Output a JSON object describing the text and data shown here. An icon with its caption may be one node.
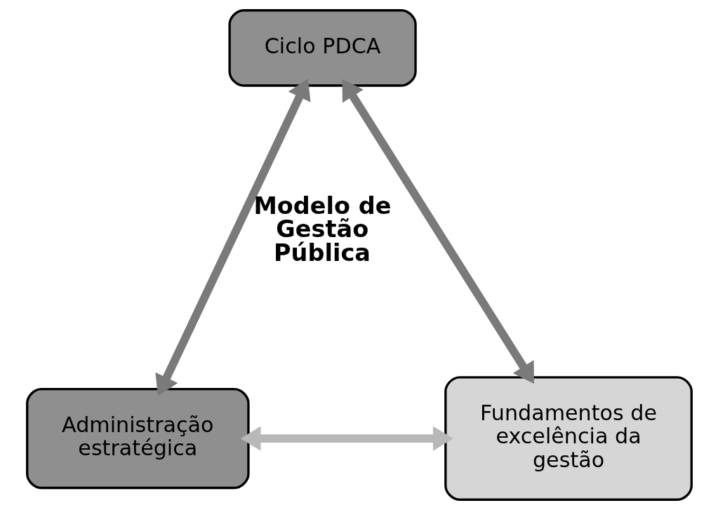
{
  "diagram": {
    "nodes": [
      {
        "text": [
          "Ciclo PDCA"
        ]
      },
      {
        "text": [
          "Administração estratégica"
        ]
      },
      {
        "text": [
          "Fundamentos de excelência da gestão"
        ]
      }
    ],
    "edges": [
      {
        "from": 0,
        "to": 1,
        "arrow": "both"
      },
      {
        "from": 0,
        "to": 2,
        "arrow": "both"
      },
      {
        "from": 1,
        "to": 2,
        "arrow": "both",
        "color": "#b8b8b8"
      }
    ],
    "labels": [
      "Modelo de Gestão Pública"
    ]
  }
}
